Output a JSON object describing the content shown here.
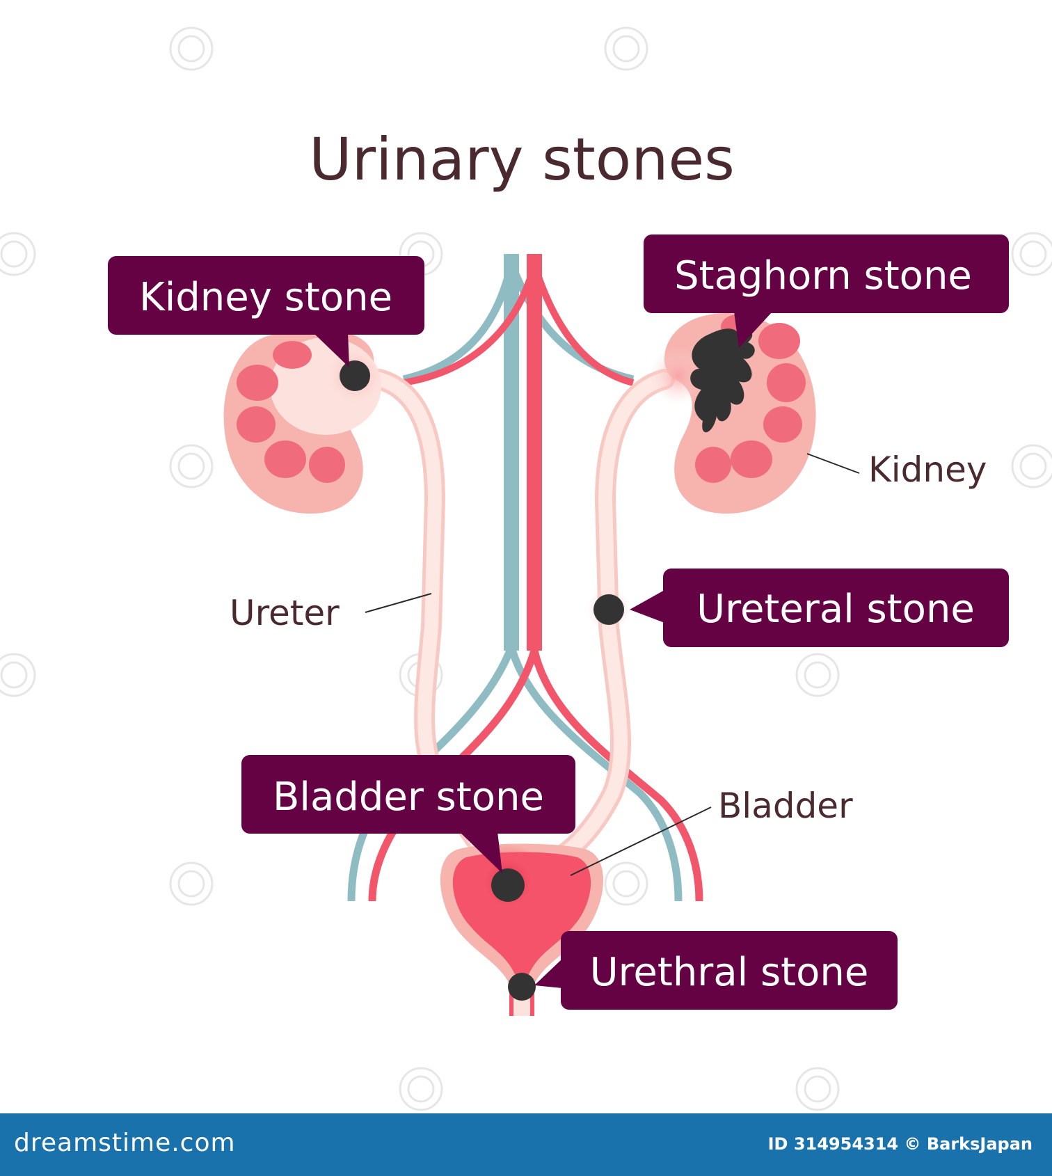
{
  "title": "Urinary stones",
  "callouts": {
    "kidney_stone": "Kidney stone",
    "staghorn_stone": "Staghorn stone",
    "ureteral_stone": "Ureteral stone",
    "bladder_stone": "Bladder stone",
    "urethral_stone": "Urethral stone"
  },
  "labels": {
    "kidney": "Kidney",
    "ureter": "Ureter",
    "bladder": "Bladder"
  },
  "footer": {
    "brand": "dreamstime.com",
    "id_credit": "ID 314954314 © BarksJapan"
  },
  "colors": {
    "callout_bg": "#650244",
    "artery": "#f1566b",
    "vein": "#8fbcc2",
    "kidney_outer": "#f7b3ad",
    "kidney_pyramid": "#f06c7c",
    "ureter": "#fde1dc",
    "bladder": "#f4536a",
    "stone": "#333333",
    "footer_bg": "#1a72ad",
    "text_dark": "#4a2a2e"
  }
}
